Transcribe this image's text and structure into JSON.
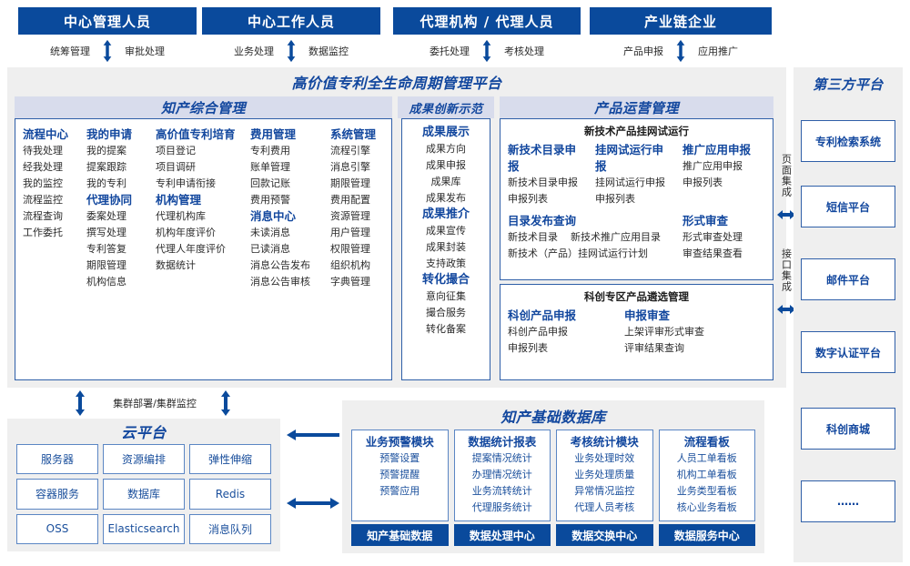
{
  "roles": [
    {
      "title": "中心管理人员",
      "left": "统筹管理",
      "right": "审批处理"
    },
    {
      "title": "中心工作人员",
      "left": "业务处理",
      "right": "数据监控"
    },
    {
      "title": "代理机构 / 代理人员",
      "left": "委托处理",
      "right": "考核处理"
    },
    {
      "title": "产业链企业",
      "left": "产品申报",
      "right": "应用推广"
    }
  ],
  "platform": {
    "title": "高价值专利全生命周期管理平台"
  },
  "zhichan": {
    "band": "知产综合管理",
    "columns": [
      {
        "groups": [
          {
            "head": "流程中心",
            "items": [
              "待我处理",
              "经我处理",
              "我的监控",
              "流程监控",
              "流程查询",
              "工作委托"
            ]
          }
        ]
      },
      {
        "groups": [
          {
            "head": "我的申请",
            "items": [
              "我的提案",
              "提案跟踪",
              "我的专利"
            ]
          },
          {
            "head": "代理协同",
            "items": [
              "委案处理",
              "撰写处理",
              "专利答复",
              "期限管理",
              "机构信息"
            ]
          }
        ]
      },
      {
        "groups": [
          {
            "head": "高价值专利培育",
            "items": [
              "项目登记",
              "项目调研",
              "专利申请衔接"
            ]
          },
          {
            "head": "机构管理",
            "items": [
              "代理机构库",
              "机构年度评价",
              "代理人年度评价",
              "数据统计"
            ]
          }
        ]
      },
      {
        "groups": [
          {
            "head": "费用管理",
            "items": [
              "专利费用",
              "账单管理",
              "回款记账",
              "费用预警"
            ]
          },
          {
            "head": "消息中心",
            "items": [
              "未读消息",
              "已读消息",
              "消息公告发布",
              "消息公告审核"
            ]
          }
        ]
      },
      {
        "groups": [
          {
            "head": "系统管理",
            "items": [
              "流程引擎",
              "消息引擎",
              "期限管理",
              "费用配置",
              "资源管理",
              "用户管理",
              "权限管理",
              "组织机构",
              "字典管理"
            ]
          }
        ]
      }
    ]
  },
  "chengguo": {
    "band": "成果创新示范",
    "groups": [
      {
        "head": "成果展示",
        "items": [
          "成果方向",
          "成果申报",
          "成果库",
          "成果发布"
        ]
      },
      {
        "head": "成果推介",
        "items": [
          "成果宣传",
          "成果封装",
          "支持政策"
        ]
      },
      {
        "head": "转化撮合",
        "items": [
          "意向征集",
          "撮合服务",
          "转化备案"
        ]
      }
    ]
  },
  "chanpin": {
    "band": "产品运营管理",
    "box1": {
      "title": "新技术产品挂网试运行",
      "cols": [
        {
          "head": "新技术目录申报",
          "items": [
            "新技术目录申报",
            "申报列表"
          ]
        },
        {
          "head": "挂网试运行申报",
          "items": [
            "挂网试运行申报",
            "申报列表"
          ]
        },
        {
          "head": "推广应用申报",
          "items": [
            "推广应用申报",
            "申报列表"
          ]
        }
      ],
      "row2": [
        {
          "head": "目录发布查询",
          "items": [
            "新技术目录",
            "新技术推广应用目录",
            "新技术（产品）挂网试运行计划"
          ]
        },
        {
          "head": "形式审查",
          "items": [
            "形式审查处理",
            "审查结果查看"
          ]
        }
      ]
    },
    "box2": {
      "title": "科创专区产品遴选管理",
      "cols": [
        {
          "head": "科创产品申报",
          "items": [
            "科创产品申报",
            "申报列表"
          ]
        },
        {
          "head": "申报审查",
          "items": [
            "上架评审形式审查",
            "评审结果查询"
          ]
        }
      ]
    }
  },
  "integration": {
    "page": "页面集成",
    "api": "接口集成"
  },
  "third_party": {
    "band": "第三方平台",
    "items": [
      "专利检索系统",
      "短信平台",
      "邮件平台",
      "数字认证平台",
      "科创商城",
      "……"
    ]
  },
  "cluster": {
    "label": "集群部署/集群监控"
  },
  "cloud": {
    "band": "云平台",
    "cells": [
      "服务器",
      "资源编排",
      "弹性伸缩",
      "容器服务",
      "数据库",
      "Redis",
      "OSS",
      "Elasticsearch",
      "消息队列"
    ]
  },
  "database": {
    "band": "知产基础数据库",
    "columns": [
      {
        "head": "业务预警模块",
        "items": [
          "预警设置",
          "预警提醒",
          "预警应用"
        ],
        "footer": "知产基础数据"
      },
      {
        "head": "数据统计报表",
        "items": [
          "提案情况统计",
          "办理情况统计",
          "业务流转统计",
          "代理服务统计"
        ],
        "footer": "数据处理中心"
      },
      {
        "head": "考核统计模块",
        "items": [
          "业务处理时效",
          "业务处理质量",
          "异常情况监控",
          "代理人员考核"
        ],
        "footer": "数据交换中心"
      },
      {
        "head": "流程看板",
        "items": [
          "人员工单看板",
          "机构工单看板",
          "业务类型看板",
          "核心业务看板"
        ],
        "footer": "数据服务中心"
      }
    ]
  },
  "colors": {
    "navy": "#0a4a9c",
    "blue": "#12479e",
    "band": "#d8dcec",
    "panel": "#efefef",
    "border": "#2f5fa8"
  }
}
